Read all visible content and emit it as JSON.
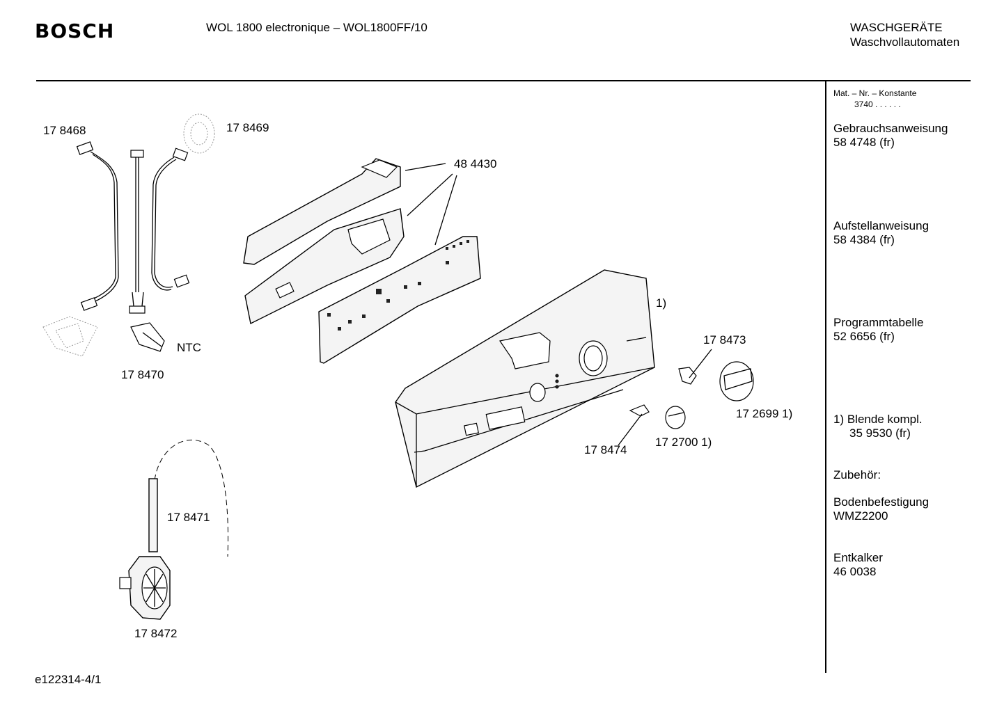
{
  "header": {
    "brand": "BOSCH",
    "model": "WOL 1800 electronique – WOL1800FF/10",
    "category_line1": "WASCHGERÄTE",
    "category_line2": "Waschvollautomaten"
  },
  "sidebar": {
    "mat_label": "Mat. – Nr. – Konstante",
    "mat_value": "3740  .  .   .  .  .  .",
    "items": [
      {
        "title": "Gebrauchsanweisung",
        "value": "58 4748 (fr)"
      },
      {
        "title": "Aufstellanweisung",
        "value": "58 4384 (fr)"
      },
      {
        "title": "Programmtabelle",
        "value": "52 6656 (fr)"
      },
      {
        "title": "1) Blende kompl.",
        "value": "35 9530 (fr)"
      },
      {
        "title": "Zubehör:",
        "value": ""
      },
      {
        "title": "Bodenbefestigung",
        "value": "WMZ2200"
      },
      {
        "title": "Entkalker",
        "value": "46 0038"
      }
    ]
  },
  "parts": {
    "p178468": "17 8468",
    "p178469": "17 8469",
    "p484430": "48 4430",
    "ntc": "NTC",
    "p178470": "17 8470",
    "footnote_marker": "1)",
    "p178473": "17 8473",
    "p1726991": "17 2699 1)",
    "p178474": "17 8474",
    "p1727001": "17 2700 1)",
    "p178471": "17 8471",
    "p178472": "17 8472"
  },
  "footer": {
    "doc_id": "e122314-4/1"
  }
}
